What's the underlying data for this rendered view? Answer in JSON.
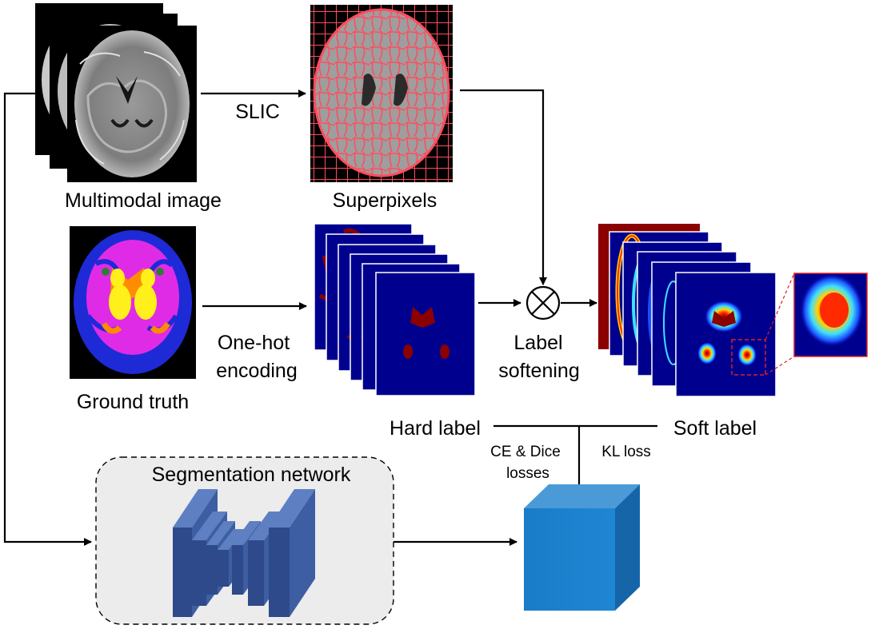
{
  "inputs": {
    "multimodal_label": "Multimodal image",
    "ground_truth_label": "Ground truth"
  },
  "steps": {
    "slic": "SLIC",
    "superpixels": "Superpixels",
    "onehot_line1": "One-hot",
    "onehot_line2": "encoding",
    "softening_line1": "Label",
    "softening_line2": "softening"
  },
  "labels": {
    "hard": "Hard label",
    "soft": "Soft label"
  },
  "losses": {
    "ce_dice_line1": "CE & Dice",
    "ce_dice_line2": "losses",
    "kl": "KL loss"
  },
  "network": {
    "title": "Segmentation network"
  },
  "colors": {
    "mri_gray": "#8c8c8c",
    "superpixel_red": "#ff4d5e",
    "label_blue": "#00008f",
    "label_red": "#8b0000",
    "network_blue": "#3a5a9e",
    "output_cube": "#1a7cc8",
    "network_box_bg": "#ececec"
  }
}
